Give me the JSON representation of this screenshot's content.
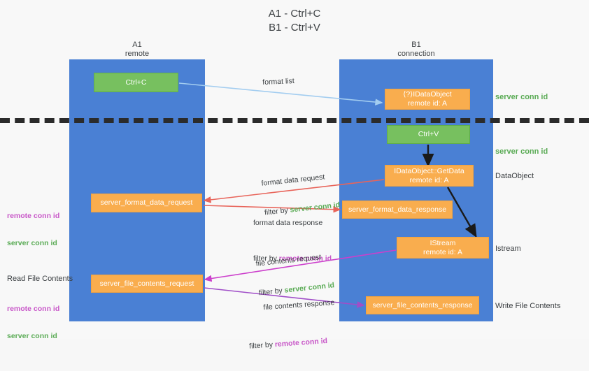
{
  "title": "A1 - Ctrl+C\nB1 - Ctrl+V",
  "lanes": [
    {
      "name": "A1",
      "header": "A1\nremote"
    },
    {
      "name": "B1",
      "header": "B1\nconnection"
    }
  ],
  "boxes": {
    "ctrl_c": "Ctrl+C",
    "ctrl_v": "Ctrl+V",
    "idataobject": "⟨?⟩IDataObject\nremote id: A",
    "getdata": "IDataObject::GetData\nremote id: A",
    "istream": "IStream\nremote id: A",
    "server_format_data_request": "server_format_data_request",
    "server_format_data_response": "server_format_data_response",
    "server_file_contents_request": "server_file_contents_request",
    "server_file_contents_response": "server_file_contents_response"
  },
  "side_labels": {
    "server_conn_id_1": "server conn id",
    "server_conn_id_2": "server conn id",
    "dataobject": "DataObject",
    "istream": "Istream",
    "write_file_contents": "Write File Contents"
  },
  "left_labels": {
    "remote_conn_id_1": "remote conn id",
    "server_conn_id_1": "server conn id",
    "read_file_contents": "Read File Contents",
    "remote_conn_id_2": "remote conn id",
    "server_conn_id_2": "server conn id"
  },
  "arrow_labels": {
    "format_list": "format list",
    "format_data_request": "format data request",
    "format_data_request_filter_prefix": "filter by ",
    "format_data_request_filter_value": "server conn id",
    "format_data_response": "format data response",
    "format_data_response_filter_prefix": "filter by ",
    "format_data_response_filter_value": "remote conn id",
    "file_contents_request": "file contents request",
    "file_contents_request_filter_prefix": "filter by ",
    "file_contents_request_filter_value": "server conn id",
    "file_contents_response": "file contents response",
    "file_contents_response_filter_prefix": "filter by ",
    "file_contents_response_filter_value": "remote conn id"
  },
  "colors": {
    "lane_blue": "#4a80d4",
    "box_green": "#77c05f",
    "box_orange": "#f9ad4e",
    "conn_green": "#5aab55",
    "conn_purple": "#c857c8",
    "arrow_light_blue": "#a3cdf0",
    "arrow_red": "#e8645a",
    "arrow_magenta": "#cc3fcc",
    "arrow_purple": "#a04ec8",
    "arrow_black": "#1a1a1a",
    "dashed_line": "#2b2b2b"
  }
}
